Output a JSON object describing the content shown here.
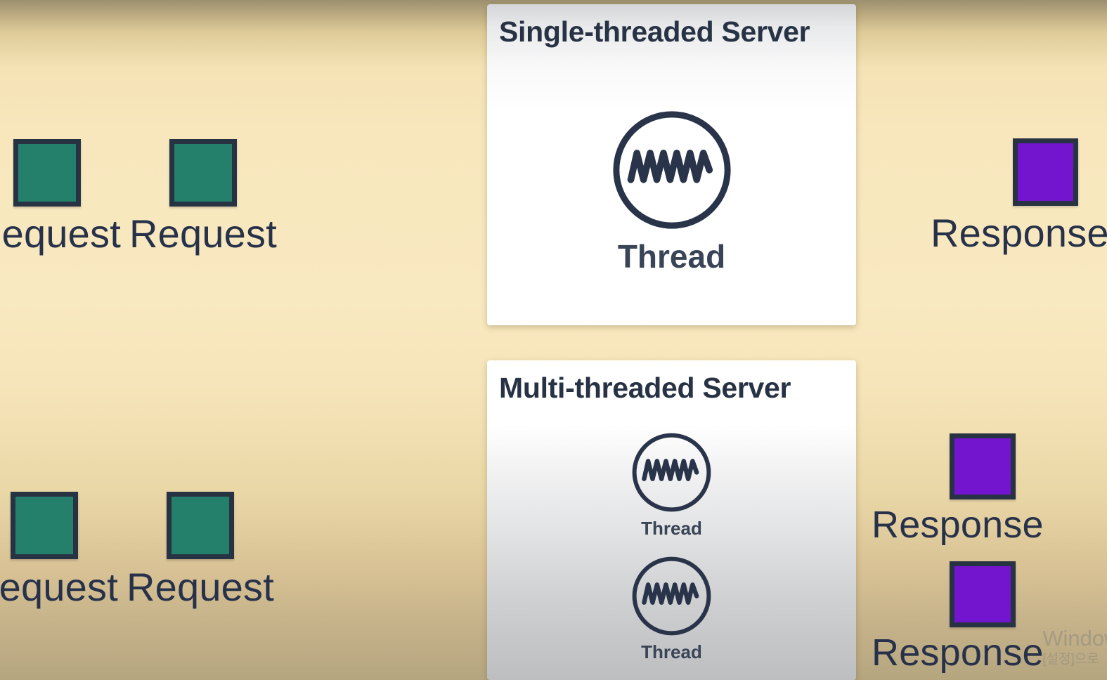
{
  "background": {
    "top_color": "#9b8f6e",
    "mid_color": "#f9e9c0",
    "bottom_color": "#b5a67f"
  },
  "colors": {
    "request_fill": "#247f6b",
    "response_fill": "#7314ce",
    "outline": "#273243",
    "text": "#27324a",
    "panel_title": "#283245"
  },
  "requests": {
    "top_row": [
      {
        "label": "Request",
        "clipped": true
      },
      {
        "label": "Request",
        "clipped": false
      }
    ],
    "bottom_row": [
      {
        "label": "Request",
        "clipped": true
      },
      {
        "label": "Request",
        "clipped": false
      }
    ]
  },
  "responses": {
    "single_threaded": [
      {
        "label": "Response"
      }
    ],
    "multi_threaded": [
      {
        "label": "Response"
      },
      {
        "label": "Response"
      }
    ]
  },
  "panels": [
    {
      "title": "Single-threaded Server",
      "threads": [
        {
          "label": "Thread",
          "icon": "thread-wave-circle-icon"
        }
      ]
    },
    {
      "title": "Multi-threaded Server",
      "threads": [
        {
          "label": "Thread",
          "icon": "thread-wave-circle-icon"
        },
        {
          "label": "Thread",
          "icon": "thread-wave-circle-icon"
        }
      ]
    }
  ],
  "watermark": {
    "line1": "Windows",
    "line2": "[설정]으로"
  }
}
